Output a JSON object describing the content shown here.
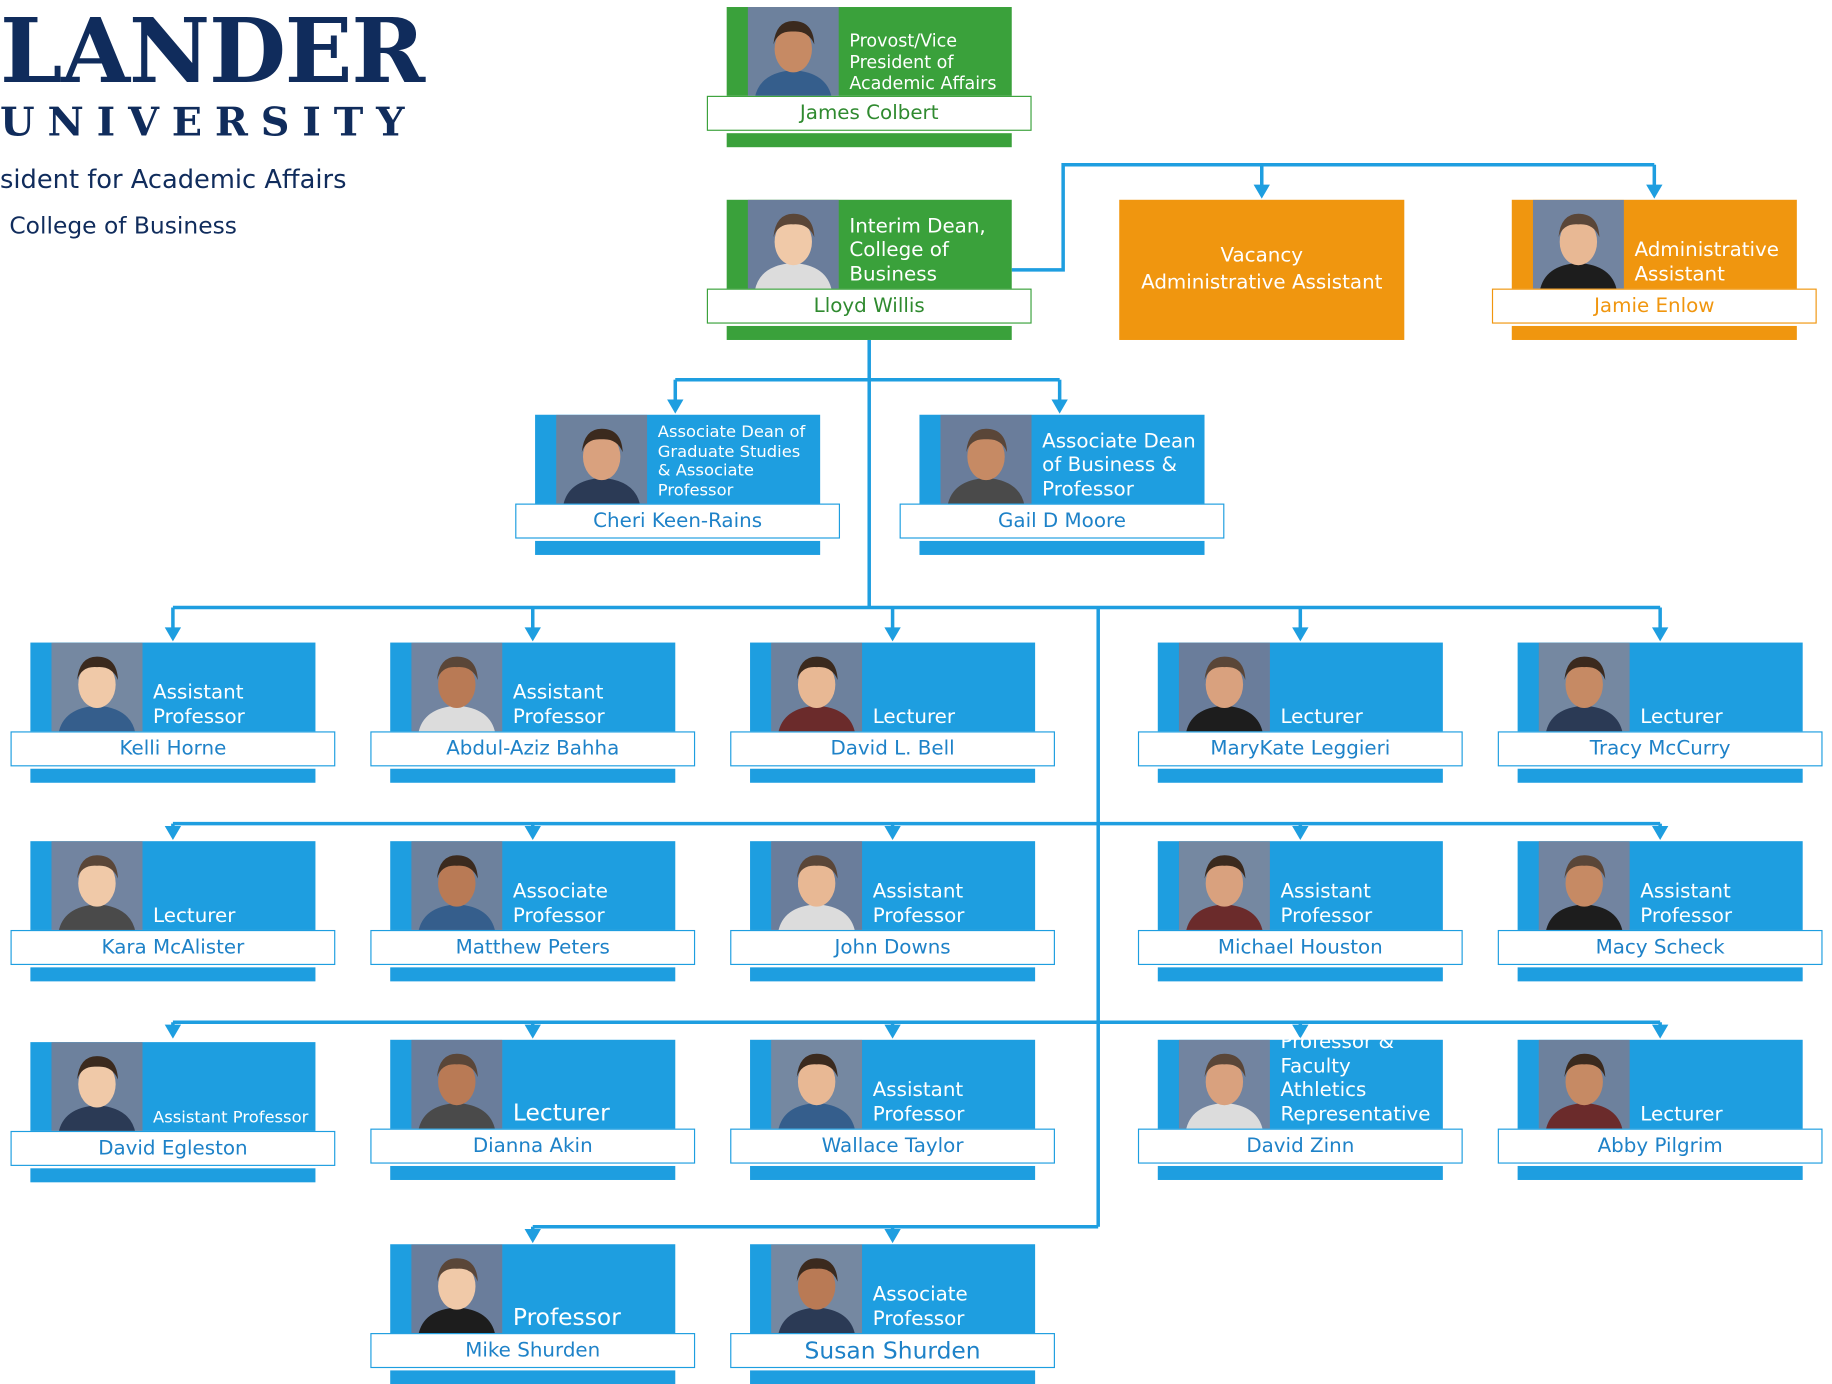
{
  "header": {
    "logo_word": "LANDER",
    "logo_sub": "UNIVERSITY",
    "line1": "sident for Academic Affairs",
    "line2": "College of Business"
  },
  "colors": {
    "blue": "#1e9ee0",
    "green": "#3aa13b",
    "orange": "#f0960f",
    "navy": "#102c5c"
  },
  "nodes": [
    {
      "id": "colbert",
      "name": "James Colbert",
      "title": "Provost/Vice President of Academic Affairs",
      "color": "green"
    },
    {
      "id": "willis",
      "name": "Lloyd Willis",
      "title": "Interim Dean, College of Business",
      "color": "green"
    },
    {
      "id": "vacancy",
      "line1": "Vacancy",
      "line2": "Administrative Assistant",
      "color": "orange"
    },
    {
      "id": "enlow",
      "name": "Jamie Enlow",
      "title": "Administrative Assistant",
      "color": "orange"
    },
    {
      "id": "keenrains",
      "name": "Cheri Keen-Rains",
      "title": "Associate Dean of Graduate Studies & Associate Professor",
      "color": "blue"
    },
    {
      "id": "moore",
      "name": "Gail D Moore",
      "title": "Associate Dean of Business & Professor",
      "color": "blue"
    },
    {
      "id": "horne",
      "name": "Kelli Horne",
      "title": "Assistant Professor",
      "color": "blue"
    },
    {
      "id": "bahha",
      "name": "Abdul-Aziz Bahha",
      "title": "Assistant Professor",
      "color": "blue"
    },
    {
      "id": "bell",
      "name": "David L. Bell",
      "title": "Lecturer",
      "color": "blue"
    },
    {
      "id": "leggieri",
      "name": "MaryKate Leggieri",
      "title": "Lecturer",
      "color": "blue"
    },
    {
      "id": "mccurry",
      "name": "Tracy McCurry",
      "title": "Lecturer",
      "color": "blue"
    },
    {
      "id": "mcalister",
      "name": "Kara McAlister",
      "title": "Lecturer",
      "color": "blue"
    },
    {
      "id": "peters",
      "name": "Matthew Peters",
      "title": "Associate Professor",
      "color": "blue"
    },
    {
      "id": "downs",
      "name": "John Downs",
      "title": "Assistant Professor",
      "color": "blue"
    },
    {
      "id": "houston",
      "name": "Michael Houston",
      "title": "Assistant Professor",
      "color": "blue"
    },
    {
      "id": "scheck",
      "name": "Macy Scheck",
      "title": "Assistant Professor",
      "color": "blue"
    },
    {
      "id": "egleston",
      "name": "David Egleston",
      "title": "Assistant Professor",
      "color": "blue"
    },
    {
      "id": "akin",
      "name": "Dianna Akin",
      "title": "Lecturer",
      "color": "blue"
    },
    {
      "id": "taylor",
      "name": "Wallace Taylor",
      "title": "Assistant Professor",
      "color": "blue"
    },
    {
      "id": "zinn",
      "name": "David Zinn",
      "title": "Professor & Faculty Athletics Representative",
      "color": "blue"
    },
    {
      "id": "pilgrim",
      "name": "Abby Pilgrim",
      "title": "Lecturer",
      "color": "blue"
    },
    {
      "id": "mshurden",
      "name": "Mike  Shurden",
      "title": "Professor",
      "color": "blue"
    },
    {
      "id": "sshurden",
      "name": "Susan Shurden",
      "title": "Associate Professor",
      "color": "blue"
    }
  ]
}
